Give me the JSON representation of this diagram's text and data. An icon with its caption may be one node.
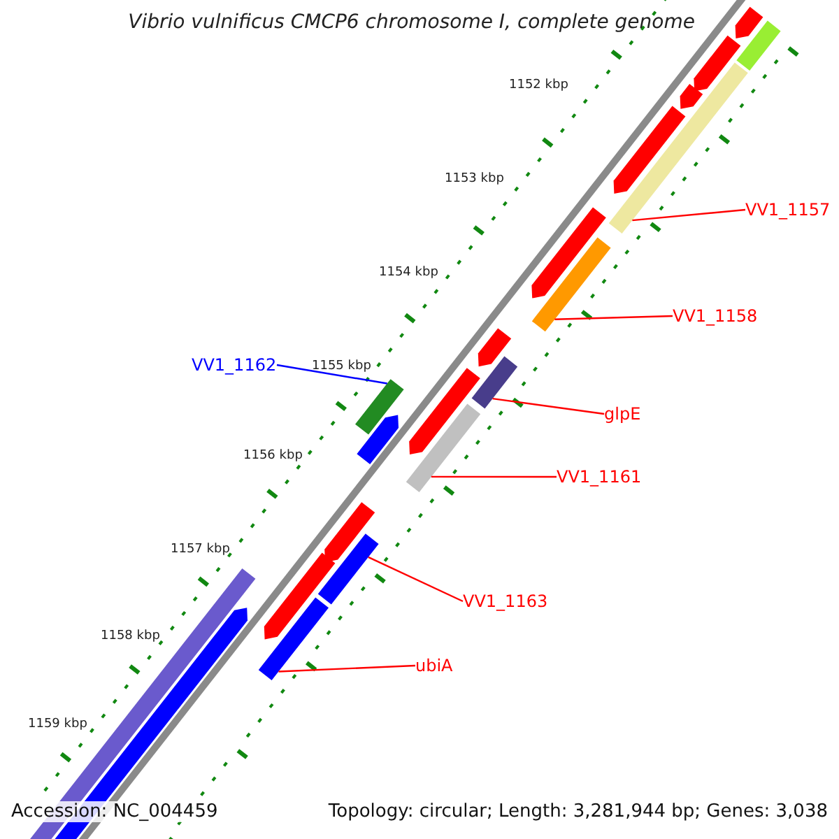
{
  "diagram": {
    "title": "Vibrio vulnificus CMCP6 chromosome I, complete genome",
    "nodes": [
      {
        "text": [
          "VV1_1157"
        ]
      },
      {
        "text": [],
        "shape": "bar"
      },
      {
        "text": [
          "VV1_1158"
        ]
      },
      {
        "text": [],
        "shape": "bar"
      },
      {
        "text": [
          "VV1_1162"
        ]
      },
      {
        "text": [],
        "shape": "bar"
      },
      {
        "text": [
          "glpE"
        ]
      },
      {
        "text": [],
        "shape": "bar"
      },
      {
        "text": [
          "VV1_1161"
        ]
      },
      {
        "text": [],
        "shape": "bar"
      },
      {
        "text": [
          "VV1_1163"
        ]
      },
      {
        "text": [],
        "shape": "bar"
      },
      {
        "text": [
          "ubiA"
        ]
      },
      {
        "text": [],
        "shape": "bar"
      }
    ],
    "edges": [
      {
        "from": 0,
        "to": 1,
        "arrow": "none"
      },
      {
        "from": 2,
        "to": 3,
        "arrow": "none"
      },
      {
        "from": 4,
        "to": 5,
        "arrow": "none",
        "color": "#0000ff"
      },
      {
        "from": 6,
        "to": 7,
        "arrow": "none"
      },
      {
        "from": 8,
        "to": 9,
        "arrow": "none"
      },
      {
        "from": 10,
        "to": 11,
        "arrow": "none"
      },
      {
        "from": 12,
        "to": 13,
        "arrow": "none"
      }
    ],
    "labels": [
      "1152 kbp",
      "1153 kbp",
      "1154 kbp",
      "1155 kbp",
      "1156 kbp",
      "1157 kbp",
      "1158 kbp",
      "1159 kbp",
      "Accession: NC_004459",
      "Topology: circular; Length: 3,281,944 bp; Genes: 3,038"
    ]
  }
}
